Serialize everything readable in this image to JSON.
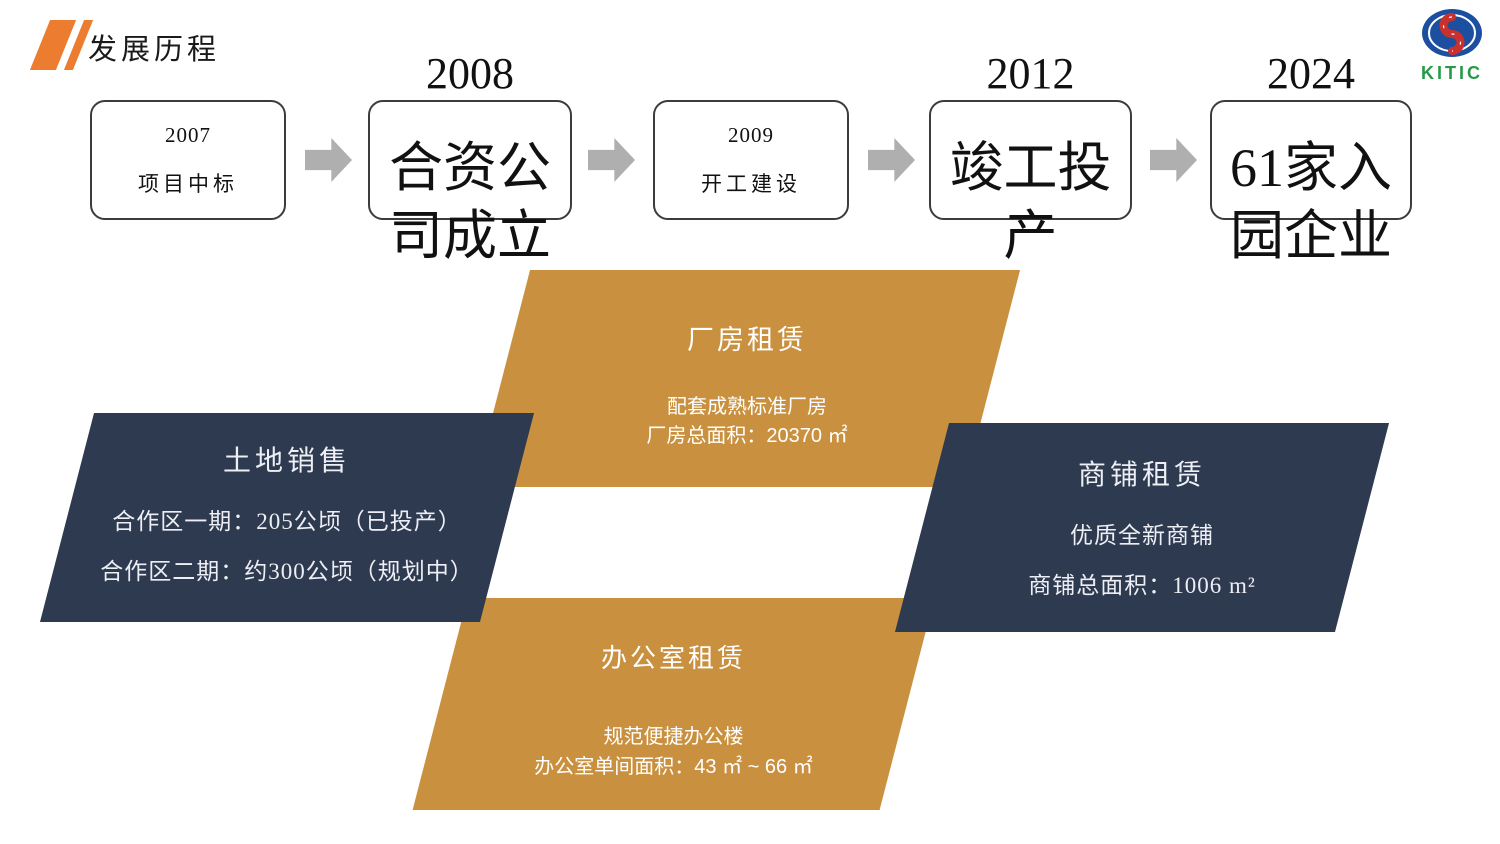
{
  "header": {
    "title": "发展历程",
    "accent_color": "#EC7C30",
    "logo": {
      "text": "KITIC",
      "ellipse_color": "#1D4FA1",
      "swirl_color": "#C8312E",
      "text_color": "#279A48"
    }
  },
  "timeline": {
    "arrow_color": "#AFAFAF",
    "box_border_color": "#3C3C3C",
    "items": [
      {
        "year": "2007",
        "label": "项目中标",
        "year_position": "inside"
      },
      {
        "year": "2008",
        "label": "合资公司成立",
        "year_position": "above"
      },
      {
        "year": "2009",
        "label": "开工建设",
        "year_position": "inside"
      },
      {
        "year": "2012",
        "label": "竣工投产",
        "year_position": "above"
      },
      {
        "year": "2024",
        "label": "61家入园企业",
        "year_position": "above"
      }
    ]
  },
  "cards": [
    {
      "title": "厂房租赁",
      "lines": [
        "配套成熟标准厂房",
        "厂房总面积：20370 ㎡"
      ],
      "color": "#C9913F",
      "text_color": "#FFFFFF"
    },
    {
      "title": "土地销售",
      "lines": [
        "合作区一期：205公顷（已投产）",
        "合作区二期：约300公顷（规划中）"
      ],
      "color": "#2E3A50",
      "text_color": "#EDEFF4"
    },
    {
      "title": "商铺租赁",
      "lines": [
        "优质全新商铺",
        "商铺总面积：1006 m²"
      ],
      "color": "#2E3A50",
      "text_color": "#EDEFF4"
    },
    {
      "title": "办公室租赁",
      "lines": [
        "规范便捷办公楼",
        "办公室单间面积：43 ㎡ ~ 66 ㎡"
      ],
      "color": "#C9913F",
      "text_color": "#FFFFFF"
    }
  ]
}
